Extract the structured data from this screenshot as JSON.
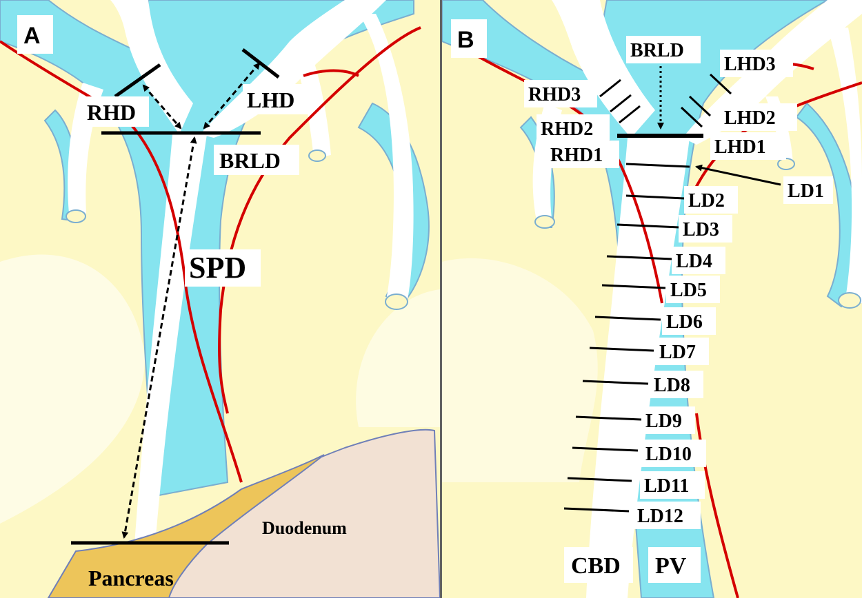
{
  "colors": {
    "background": "#ffffff",
    "liver_parenchyma": "#fdf8c5",
    "portal_vein": "#86e4ef",
    "artery": "#d40000",
    "bile_duct": "#ffffff",
    "outline": "#7aaed0",
    "pancreas": "#edc55a",
    "duodenum": "#f2e1d3",
    "measurement_line": "#000000"
  },
  "panel_a": {
    "letter": "A",
    "labels": {
      "rhd": "RHD",
      "lhd": "LHD",
      "brld": "BRLD",
      "spd": "SPD",
      "pancreas": "Pancreas",
      "duodenum": "Duodenum"
    }
  },
  "panel_b": {
    "letter": "B",
    "labels": {
      "brld": "BRLD",
      "lhd3": "LHD3",
      "rhd3": "RHD3",
      "lhd2": "LHD2",
      "rhd2": "RHD2",
      "lhd1": "LHD1",
      "rhd1": "RHD1",
      "cbd": "CBD",
      "pv": "PV"
    },
    "ld_labels": [
      "LD1",
      "LD2",
      "LD3",
      "LD4",
      "LD5",
      "LD6",
      "LD7",
      "LD8",
      "LD9",
      "LD10",
      "LD11",
      "LD12"
    ]
  }
}
